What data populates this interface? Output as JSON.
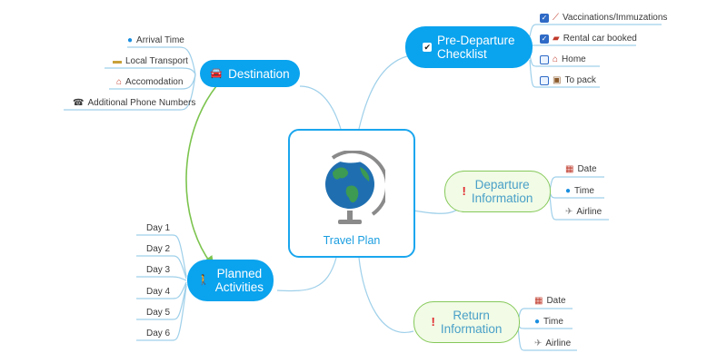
{
  "center": {
    "label": "Travel Plan"
  },
  "destination": {
    "label": "Destination",
    "icon": "car-icon",
    "items": [
      {
        "label": "Arrival Time",
        "icon": "clock-icon"
      },
      {
        "label": "Local Transport",
        "icon": "bus-icon"
      },
      {
        "label": "Accomodation",
        "icon": "house-icon"
      },
      {
        "label": "Additional Phone Numbers",
        "icon": "phone-icon"
      }
    ]
  },
  "pre_departure": {
    "label_line1": "Pre-Departure",
    "label_line2": "Checklist",
    "icon": "checkbox-icon",
    "items": [
      {
        "label": "Vaccinations/Immuzations",
        "icon": "syringe-icon",
        "checked": true
      },
      {
        "label": "Rental car booked",
        "icon": "car-icon",
        "checked": true
      },
      {
        "label": "Home",
        "icon": "house-icon",
        "checked": false
      },
      {
        "label": "To pack",
        "icon": "bag-icon",
        "checked": false
      }
    ]
  },
  "departure": {
    "label_line1": "Departure",
    "label_line2": "Information",
    "icon": "exclamation-icon",
    "items": [
      {
        "label": "Date",
        "icon": "calendar-icon"
      },
      {
        "label": "Time",
        "icon": "clock-icon"
      },
      {
        "label": "Airline",
        "icon": "airplane-icon"
      }
    ]
  },
  "return": {
    "label_line1": "Return",
    "label_line2": "Information",
    "icon": "exclamation-icon",
    "items": [
      {
        "label": "Date",
        "icon": "calendar-icon"
      },
      {
        "label": "Time",
        "icon": "clock-icon"
      },
      {
        "label": "Airline",
        "icon": "airplane-icon"
      }
    ]
  },
  "activities": {
    "label_line1": "Planned",
    "label_line2": "Activities",
    "icon": "hiker-icon",
    "items": [
      {
        "label": "Day 1"
      },
      {
        "label": "Day 2"
      },
      {
        "label": "Day 3"
      },
      {
        "label": "Day 4"
      },
      {
        "label": "Day 5"
      },
      {
        "label": "Day 6"
      }
    ]
  },
  "colors": {
    "topic_blue": "#0aa3ee",
    "topic_green_border": "#86c95a",
    "connector": "#9fd0ea",
    "relationship_arrow": "#7cc44e",
    "center_border": "#1aa6ee"
  }
}
